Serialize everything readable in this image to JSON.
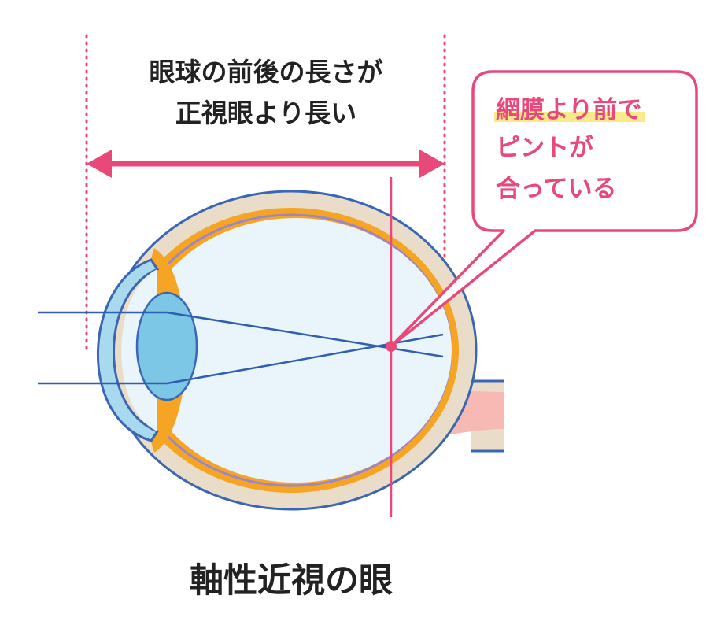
{
  "header": {
    "line1": "眼球の前後の長さが",
    "line2": "正視眼より長い"
  },
  "callout": {
    "line1": "網膜より前で",
    "line2": "ピントが",
    "line3": "合っている"
  },
  "caption": "軸性近視の眼",
  "colors": {
    "accent_pink": "#e8497a",
    "ray_blue": "#2f5fb0",
    "outline_blue": "#3a66b4",
    "sclera": "#e9ddc9",
    "choroid": "#f5a523",
    "vitreous": "#eaf4fb",
    "cornea": "#a9d9ee",
    "lens": "#7cc6e6",
    "nerve": "#f6b9b3",
    "highlight": "#fbea8a"
  }
}
